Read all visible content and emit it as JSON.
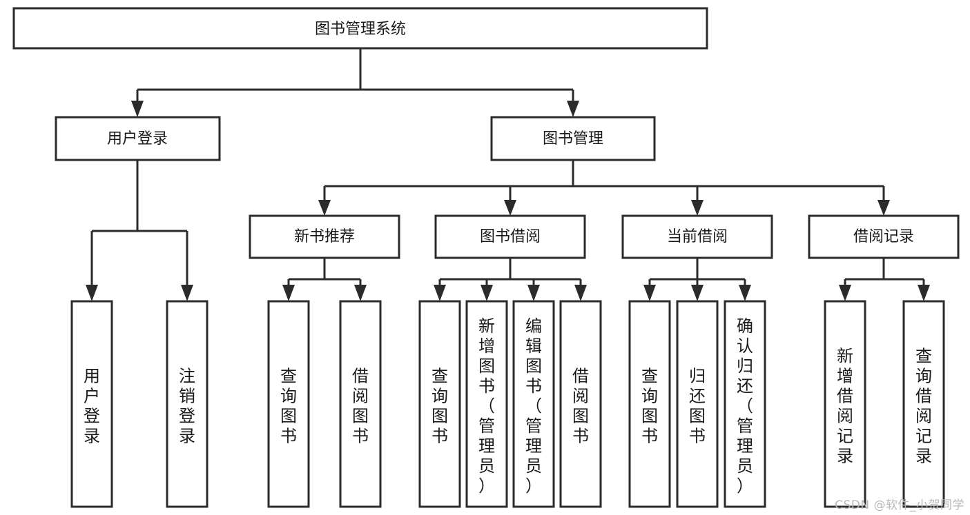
{
  "diagram": {
    "type": "tree",
    "title": "图书管理系统",
    "watermark": "CSDN @软件_小贺同学",
    "colors": {
      "box_stroke": "#2b2b2b",
      "box_fill": "#ffffff",
      "text": "#1a1a1a",
      "background": "#ffffff",
      "watermark": "#b9b9b9"
    },
    "root": {
      "label": "图书管理系统",
      "orientation": "horizontal"
    },
    "level2": [
      {
        "label": "用户登录",
        "orientation": "horizontal"
      },
      {
        "label": "图书管理",
        "orientation": "horizontal"
      }
    ],
    "level3": [
      {
        "label": "新书推荐",
        "orientation": "horizontal"
      },
      {
        "label": "图书借阅",
        "orientation": "horizontal"
      },
      {
        "label": "当前借阅",
        "orientation": "horizontal"
      },
      {
        "label": "借阅记录",
        "orientation": "horizontal"
      }
    ],
    "leaves": {
      "user_login": [
        {
          "label": "用户登录",
          "orientation": "vertical"
        },
        {
          "label": "注销登录",
          "orientation": "vertical"
        }
      ],
      "new_book_recommend": [
        {
          "label": "查询图书",
          "orientation": "vertical"
        },
        {
          "label": "借阅图书",
          "orientation": "vertical"
        }
      ],
      "book_borrow": [
        {
          "label": "查询图书",
          "orientation": "vertical"
        },
        {
          "label": "新增图书（管理员）",
          "orientation": "vertical"
        },
        {
          "label": "编辑图书（管理员）",
          "orientation": "vertical"
        },
        {
          "label": "借阅图书",
          "orientation": "vertical"
        }
      ],
      "current_borrow": [
        {
          "label": "查询图书",
          "orientation": "vertical"
        },
        {
          "label": "归还图书",
          "orientation": "vertical"
        },
        {
          "label": "确认归还（管理员）",
          "orientation": "vertical"
        }
      ],
      "borrow_record": [
        {
          "label": "新增借阅记录",
          "orientation": "vertical"
        },
        {
          "label": "查询借阅记录",
          "orientation": "vertical"
        }
      ]
    }
  }
}
